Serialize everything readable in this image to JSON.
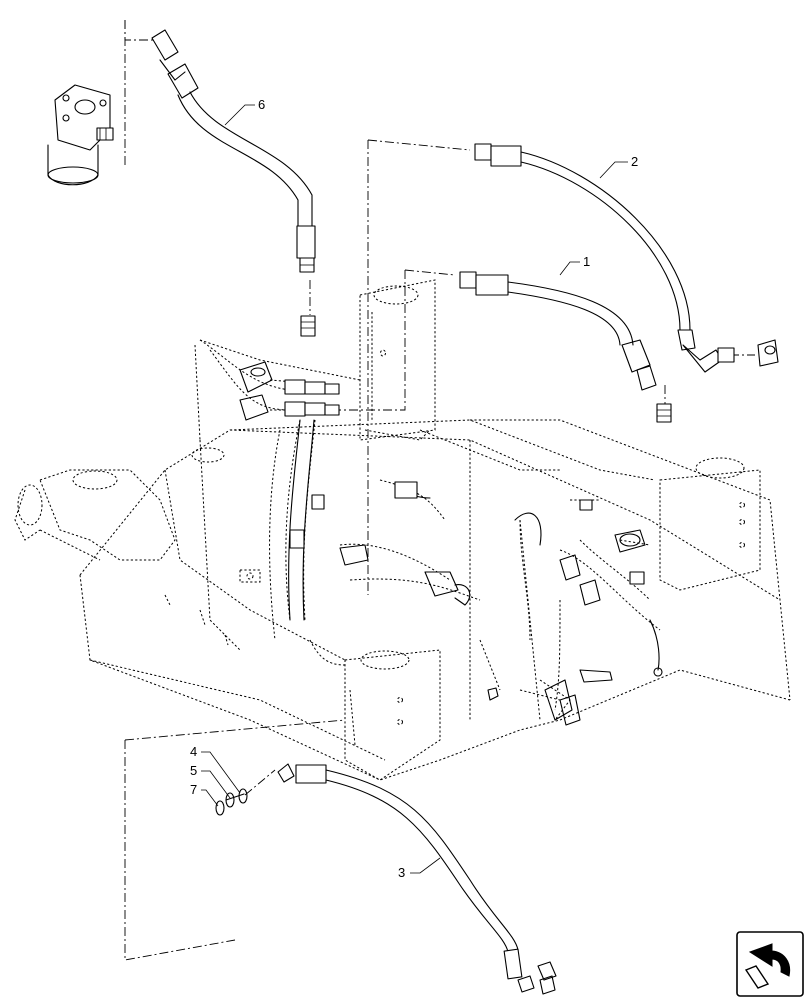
{
  "callouts": [
    {
      "id": "1",
      "label": "1"
    },
    {
      "id": "2",
      "label": "2"
    },
    {
      "id": "3",
      "label": "3"
    },
    {
      "id": "4",
      "label": "4"
    },
    {
      "id": "5",
      "label": "5"
    },
    {
      "id": "6",
      "label": "6"
    },
    {
      "id": "7",
      "label": "7"
    }
  ],
  "navigation": {
    "icon": "next-page-arrow-icon"
  }
}
